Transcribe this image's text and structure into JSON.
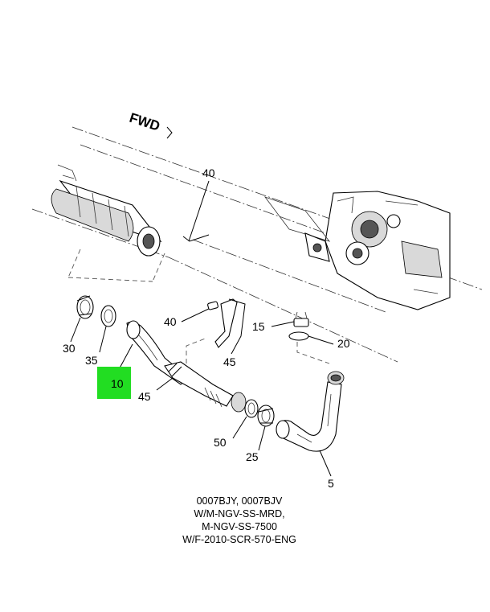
{
  "forward_indicator": "FWD",
  "highlight_color": "#22dd22",
  "callouts": {
    "c40_top": "40",
    "c40_left": "40",
    "c15": "15",
    "c20": "20",
    "c30": "30",
    "c35": "35",
    "c10": "10",
    "c45_right": "45",
    "c45_bottom": "45",
    "c50": "50",
    "c25": "25",
    "c5": "5"
  },
  "caption": {
    "line1": "0007BJY, 0007BJV",
    "line2": "W/M-NGV-SS-MRD,",
    "line3": "M-NGV-SS-7500",
    "line4": "W/F-2010-SCR-570-ENG"
  }
}
